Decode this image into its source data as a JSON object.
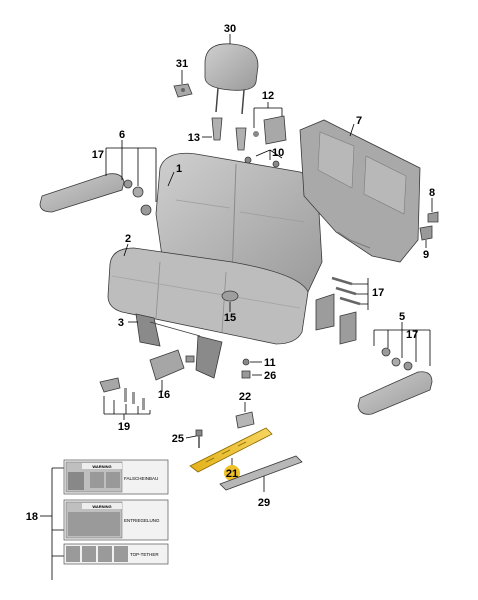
{
  "callouts": {
    "c1": "1",
    "c2": "2",
    "c3": "3",
    "c5": "5",
    "c6": "6",
    "c7": "7",
    "c8": "8",
    "c9": "9",
    "c10": "10",
    "c11": "11",
    "c12": "12",
    "c13": "13",
    "c15": "15",
    "c16": "16",
    "c17a": "17",
    "c17b": "17",
    "c17c": "17",
    "c18": "18",
    "c19": "19",
    "c21": "21",
    "c22": "22",
    "c25": "25",
    "c26": "26",
    "c29": "29",
    "c30": "30",
    "c31": "31"
  },
  "labels": {
    "warning1": "WARNING",
    "warning2": "WARNING",
    "falscheinbau": "FALSCHEINBAU",
    "entriegelung": "ENTRIEGELUNG",
    "toptether": "TOP-TETHER"
  },
  "colors": {
    "part_fill": "#b9b9b9",
    "part_dark": "#8e8e8e",
    "highlight": "#f0c028",
    "highlight_callout": "#f0c028"
  }
}
